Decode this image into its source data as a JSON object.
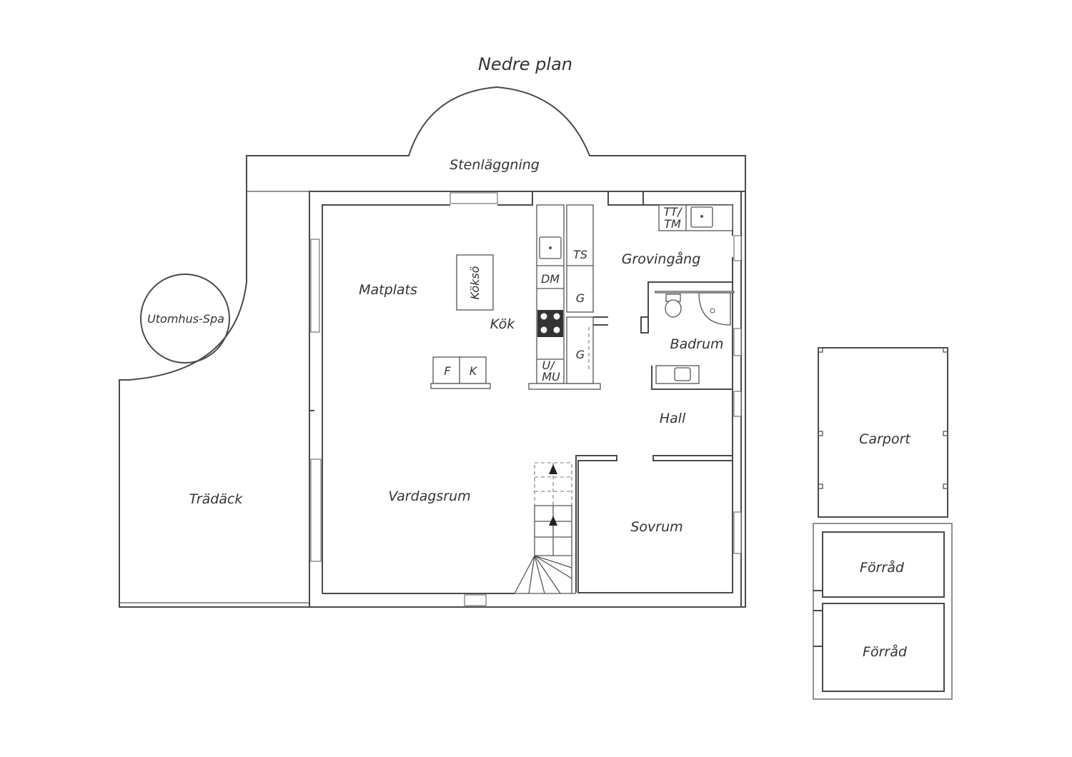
{
  "plan": {
    "title": "Nedre plan",
    "colors": {
      "wall": "#4a4a4a",
      "text": "#333333",
      "background": "#ffffff"
    }
  },
  "labels": {
    "stenlaggning": "Stenläggning",
    "utomhus_spa": "Utomhus-Spa",
    "tradack": "Trädäck",
    "matplats": "Matplats",
    "kokso": "Köksö",
    "kok": "Kök",
    "vardagsrum": "Vardagsrum",
    "grovingang": "Grovingång",
    "badrum": "Badrum",
    "hall": "Hall",
    "sovrum": "Sovrum",
    "carport": "Carport",
    "forrad_1": "Förråd",
    "forrad_2": "Förråd"
  },
  "fixtures": {
    "ts": "TS",
    "dm": "DM",
    "g_upper": "G",
    "g_lower": "G",
    "u_mu_line1": "U/",
    "u_mu_line2": "MU",
    "f": "F",
    "k": "K",
    "tt_tm_line1": "TT/",
    "tt_tm_line2": "TM"
  }
}
